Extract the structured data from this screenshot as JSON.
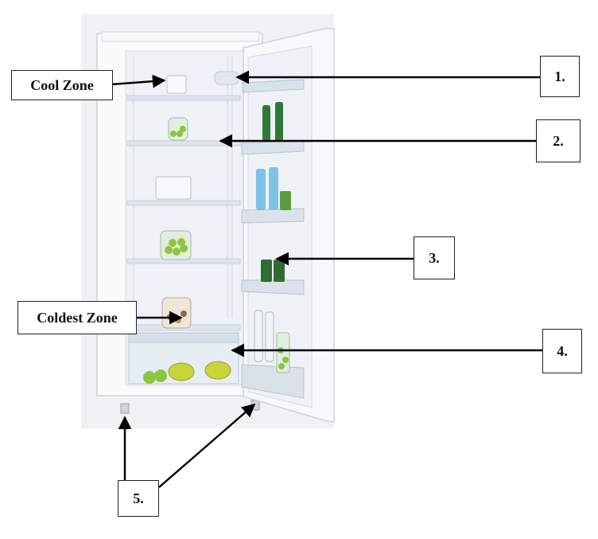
{
  "labels": {
    "cool_zone": "Cool Zone",
    "coldest_zone": "Coldest Zone",
    "n1": "1.",
    "n2": "2.",
    "n3": "3.",
    "n4": "4.",
    "n5": "5."
  },
  "colors": {
    "fridge_body": "#f4f5f7",
    "interior": "#eef1f5",
    "shelf_glass": "#dfe7ee",
    "bottle_green": "#2e7a3a",
    "bottle_blue": "#7fc2e8",
    "fruit_green": "#8cc63f",
    "starfruit": "#c8d43a",
    "arrow": "#000000"
  }
}
